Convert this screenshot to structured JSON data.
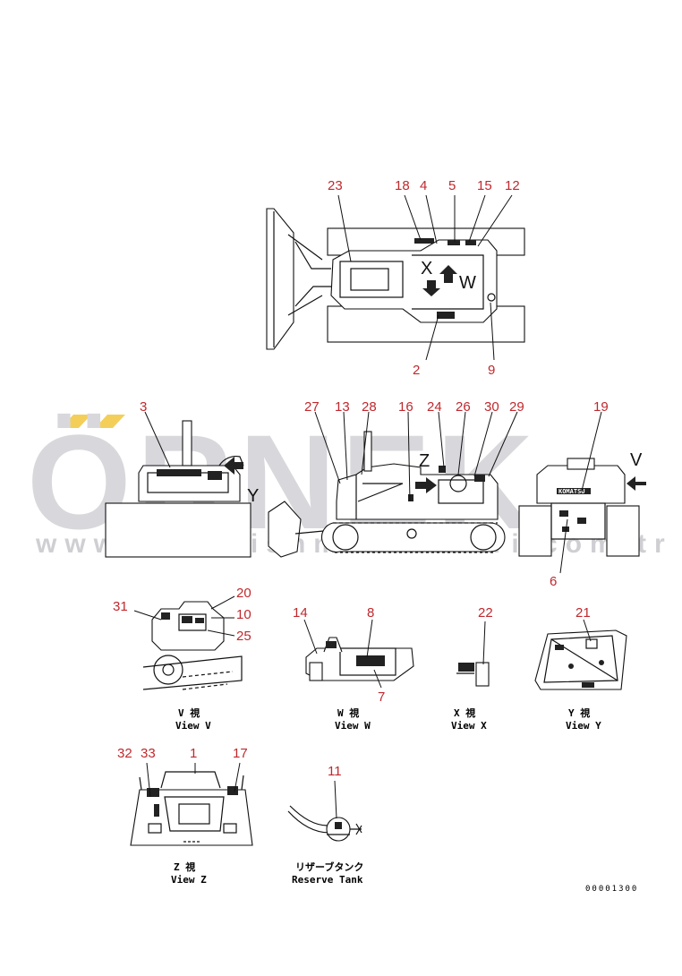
{
  "watermark": {
    "brand": "ÖRNEK",
    "url": "www.ornekishmakinalari.com.tr",
    "accent_color": "#f3cf5a"
  },
  "callouts": {
    "top": [
      "23",
      "18",
      "4",
      "5",
      "15",
      "12",
      "2",
      "9"
    ],
    "side": [
      "3",
      "27",
      "13",
      "28",
      "16",
      "24",
      "26",
      "30",
      "29",
      "19",
      "6"
    ],
    "view_v": [
      "31",
      "20",
      "10",
      "25"
    ],
    "view_w": [
      "14",
      "8",
      "7"
    ],
    "view_x": [
      "22"
    ],
    "view_y": [
      "21"
    ],
    "view_z": [
      "32",
      "33",
      "1",
      "17"
    ],
    "reserve": [
      "11"
    ]
  },
  "view_letters": {
    "x": "X",
    "w": "W",
    "z": "Z",
    "y": "Y",
    "v": "V"
  },
  "captions": {
    "view_v": {
      "jp": "V 視",
      "en": "View V"
    },
    "view_w": {
      "jp": "W 視",
      "en": "View W"
    },
    "view_x": {
      "jp": "X 視",
      "en": "View X"
    },
    "view_y": {
      "jp": "Y 視",
      "en": "View Y"
    },
    "view_z": {
      "jp": "Z 視",
      "en": "View Z"
    },
    "reserve_tank": {
      "jp": "リザーブタンク",
      "en": "Reserve Tank"
    }
  },
  "decal_brand": "KOMATSU",
  "drawing_code": "00001300",
  "colors": {
    "callout": "#c0282d",
    "line": "#111111",
    "watermark": "#d8d8dc"
  }
}
